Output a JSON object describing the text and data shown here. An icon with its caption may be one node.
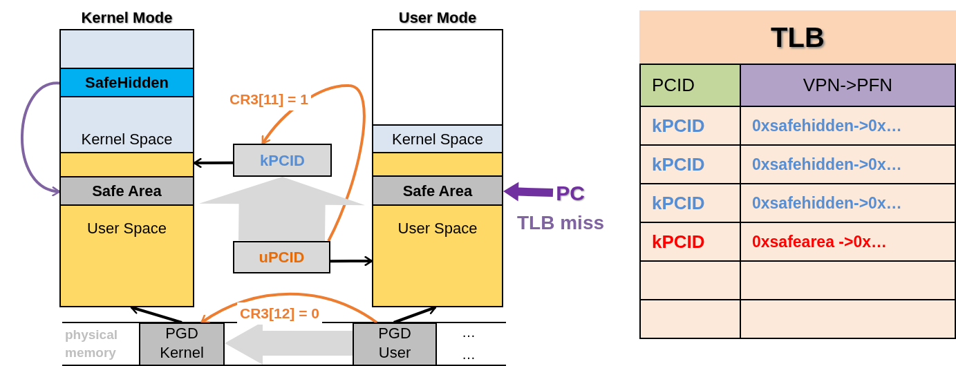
{
  "diagram": {
    "nodes": [
      {
        "text": [
          "Kernel Mode"
        ]
      },
      {
        "text": [],
        "shape": "box",
        "in": 0
      },
      {
        "text": [
          "SafeHidden"
        ],
        "in": 0
      },
      {
        "text": [
          "Kernel Space"
        ],
        "in": 0
      },
      {
        "text": [],
        "shape": "box",
        "in": 0
      },
      {
        "text": [
          "Safe Area"
        ],
        "in": 0
      },
      {
        "text": [
          "User Space"
        ],
        "in": 0
      },
      {
        "text": [
          "User Mode"
        ]
      },
      {
        "text": [],
        "shape": "box",
        "in": 7
      },
      {
        "text": [
          "Kernel Space"
        ],
        "in": 7
      },
      {
        "text": [],
        "shape": "box",
        "in": 7
      },
      {
        "text": [
          "Safe Area"
        ],
        "in": 7
      },
      {
        "text": [
          "User Space"
        ],
        "in": 7
      },
      {
        "text": [
          "kPCID"
        ]
      },
      {
        "text": [
          "uPCID"
        ]
      },
      {
        "text": [
          "PGD Kernel"
        ]
      },
      {
        "text": [
          "PGD User"
        ]
      },
      {
        "text": [
          "PC"
        ]
      }
    ],
    "edges": [
      {
        "from": 2,
        "to": 5,
        "arrow": "to",
        "color": "#8064a2"
      },
      {
        "from": 13,
        "to": 4,
        "arrow": "to"
      },
      {
        "from": 14,
        "to": 12,
        "arrow": "to"
      },
      {
        "from": 15,
        "to": 6,
        "arrow": "to"
      },
      {
        "from": 16,
        "to": 12,
        "arrow": "to"
      },
      {
        "from": 14,
        "to": 13,
        "arrow": "to",
        "label": "CR3[11] = 1",
        "color": "#ed7d31"
      },
      {
        "from": 16,
        "to": 15,
        "arrow": "to",
        "label": "CR3[12] = 0",
        "color": "#ed7d31"
      },
      {
        "from": 14,
        "to": 13,
        "arrow": "to",
        "style": "thick",
        "color": "#d9d9d9"
      },
      {
        "from": 16,
        "to": 15,
        "arrow": "to",
        "style": "thick",
        "color": "#d9d9d9"
      },
      {
        "from": 17,
        "to": 11,
        "arrow": "to",
        "style": "thick",
        "color": "#7030a0"
      }
    ],
    "labels": [
      "TLB miss",
      "physical memory",
      "…",
      "…",
      "TLB",
      "PCID",
      "VPN->PFN",
      "kPCID",
      "0xsafehidden->0x…",
      "kPCID",
      "0xsafehidden->0x…",
      "kPCID",
      "0xsafehidden->0x…",
      "kPCID",
      "0xsafearea ->0x…"
    ]
  }
}
